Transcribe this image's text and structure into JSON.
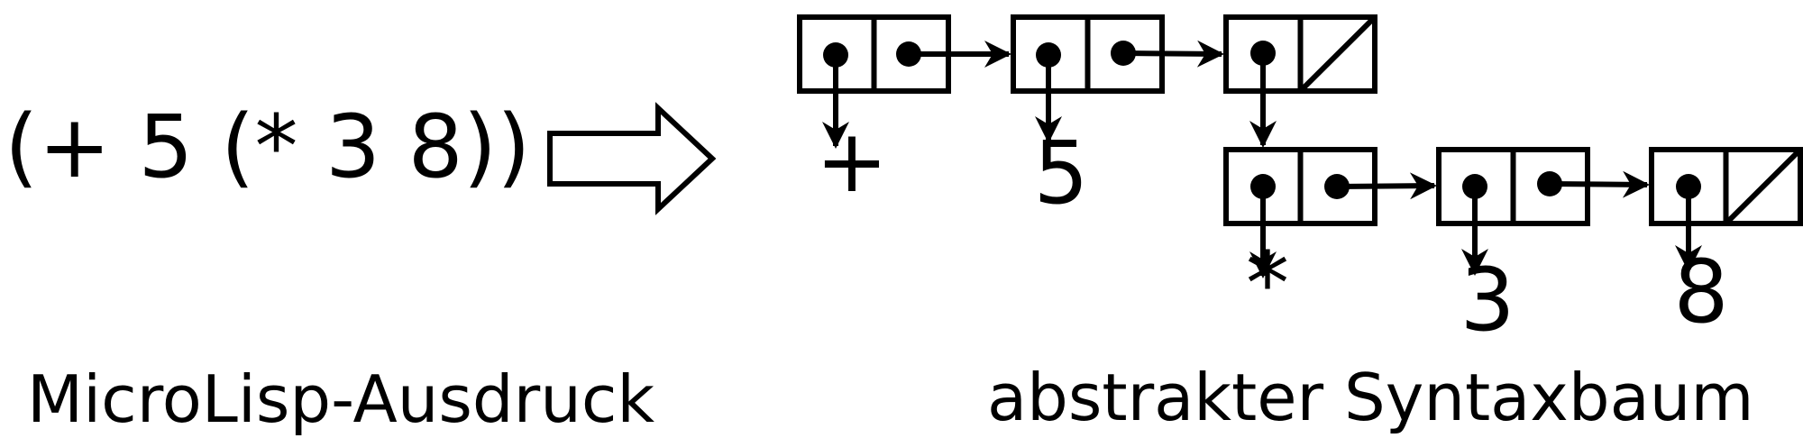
{
  "expression": {
    "text": "(+ 5 (* 3 8))",
    "caption": "MicroLisp-Ausdruck"
  },
  "tree": {
    "caption": "abstrakter Syntaxbaum",
    "atoms": {
      "plus": "+",
      "five": "5",
      "times": "*",
      "three": "3",
      "eight": "8"
    }
  },
  "colors": {
    "ink": "#000000",
    "background": "#ffffff",
    "arrow_fill": "#ffffff"
  }
}
